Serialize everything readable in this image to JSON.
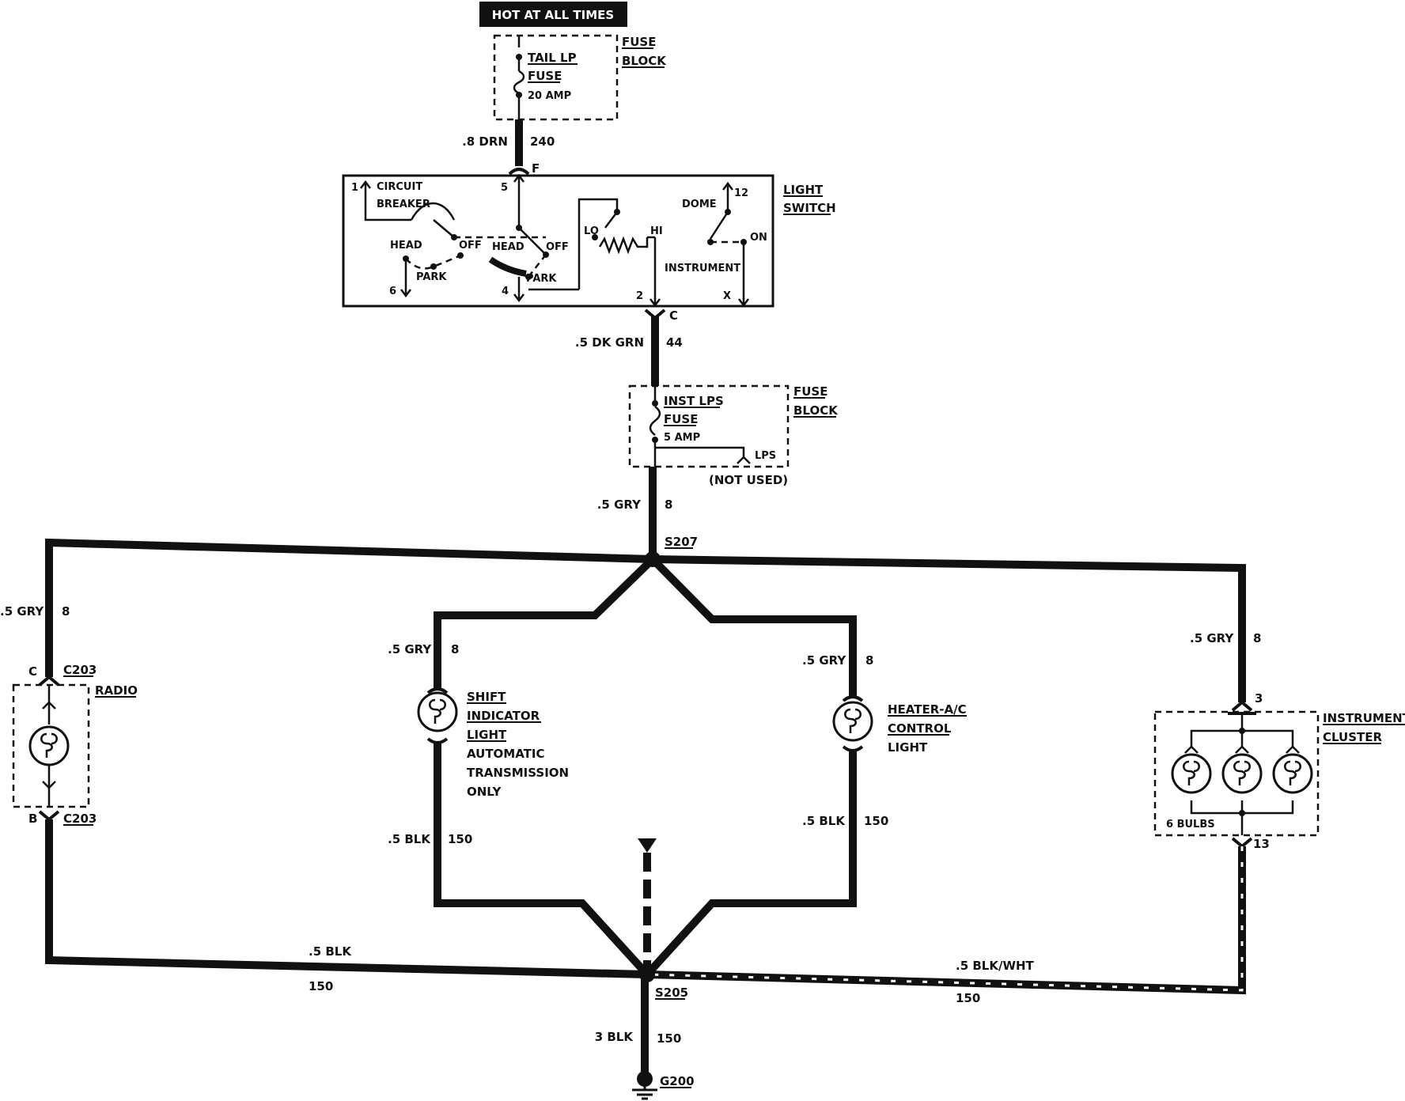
{
  "header": "HOT AT ALL TIMES",
  "fuse_block_top": {
    "name1": "FUSE",
    "name2": "BLOCK",
    "fuse1": "TAIL LP",
    "fuse2": "FUSE",
    "rating": "20 AMP"
  },
  "wire_240": {
    "gauge": ".8 DRN",
    "circuit": "240"
  },
  "light_switch": {
    "name1": "LIGHT",
    "name2": "SWITCH",
    "connector_f": "F",
    "connector_c": "C",
    "terminals": {
      "t1": "1",
      "t5": "5",
      "t12": "12",
      "t6": "6",
      "t4": "4",
      "t2": "2",
      "tx": "X"
    },
    "labels": {
      "circuit": "CIRCUIT",
      "breaker": "BREAKER",
      "head_left": "HEAD",
      "park_left": "PARK",
      "off_left": "OFF",
      "head_mid": "HEAD",
      "off_mid": "OFF",
      "park_mid": "PARK",
      "lo": "LO",
      "hi": "HI",
      "dome": "DOME",
      "on": "ON",
      "instrument": "INSTRUMENT"
    }
  },
  "wire_44": {
    "gauge": ".5 DK GRN",
    "circuit": "44"
  },
  "fuse_block_mid": {
    "name1": "FUSE",
    "name2": "BLOCK",
    "fuse1": "INST LPS",
    "fuse2": "FUSE",
    "rating": "5 AMP",
    "lps": "LPS",
    "not_used": "(NOT USED)"
  },
  "wire_8_main": {
    "gauge": ".5 GRY",
    "circuit": "8"
  },
  "splice_s207": "S207",
  "radio": {
    "wire_gauge": ".5 GRY",
    "wire_circuit": "8",
    "conn_top_pin": "C",
    "conn_top_id": "C203",
    "name": "RADIO",
    "conn_bot_pin": "B",
    "conn_bot_id": "C203"
  },
  "shift_light": {
    "wire_gauge": ".5 GRY",
    "wire_circuit": "8",
    "line1": "SHIFT",
    "line2": "INDICATOR",
    "line3": "LIGHT",
    "line4": "AUTOMATIC",
    "line5": "TRANSMISSION",
    "line6": "ONLY",
    "gnd_gauge": ".5 BLK",
    "gnd_circuit": "150"
  },
  "heater_light": {
    "wire_gauge": ".5 GRY",
    "wire_circuit": "8",
    "line1": "HEATER-A/C",
    "line2": "CONTROL",
    "line3": "LIGHT",
    "gnd_gauge": ".5 BLK",
    "gnd_circuit": "150"
  },
  "instrument_cluster": {
    "wire_gauge": ".5 GRY",
    "wire_circuit": "8",
    "pin_in": "3",
    "name1": "INSTRUMENT",
    "name2": "CLUSTER",
    "bulbs": "6 BULBS",
    "pin_out": "13"
  },
  "ground_radio": {
    "gauge": ".5 BLK",
    "circuit": "150"
  },
  "ground_cluster": {
    "gauge": ".5 BLK/WHT",
    "circuit": "150"
  },
  "splice_s205": "S205",
  "ground_main": {
    "gauge": "3 BLK",
    "circuit": "150"
  },
  "ground_g200": "G200"
}
